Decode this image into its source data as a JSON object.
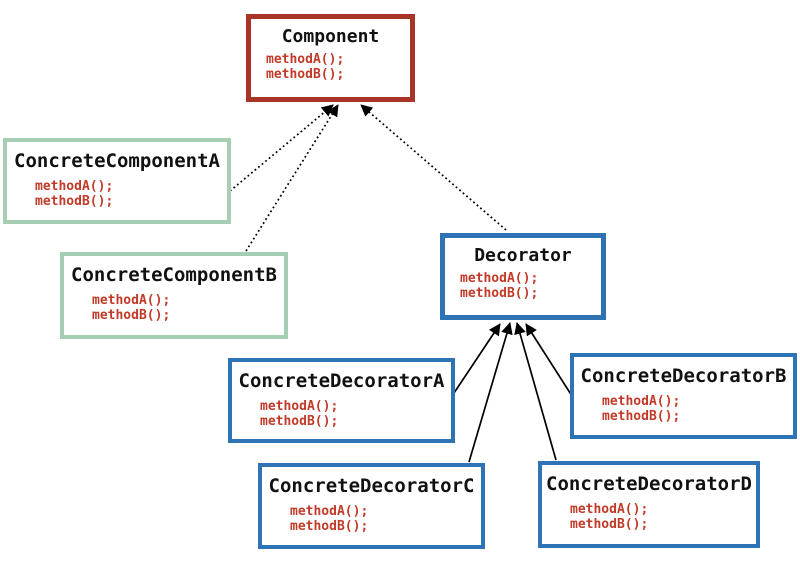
{
  "colors": {
    "component_border": "#A83327",
    "concrete_component_border": "#A6CEB2",
    "decorator_border": "#2E74B5",
    "method_text": "#C23A28",
    "class_name_text": "#111111",
    "arrow": "#000000",
    "background": "#FFFFFF"
  },
  "classes": [
    {
      "id": "component",
      "name": "Component",
      "methods": [
        "methodA();",
        "methodB();"
      ]
    },
    {
      "id": "concrete-component-a",
      "name": "ConcreteComponentA",
      "methods": [
        "methodA();",
        "methodB();"
      ]
    },
    {
      "id": "concrete-component-b",
      "name": "ConcreteComponentB",
      "methods": [
        "methodA();",
        "methodB();"
      ]
    },
    {
      "id": "decorator",
      "name": "Decorator",
      "methods": [
        "methodA();",
        "methodB();"
      ]
    },
    {
      "id": "concrete-decorator-a",
      "name": "ConcreteDecoratorA",
      "methods": [
        "methodA();",
        "methodB();"
      ]
    },
    {
      "id": "concrete-decorator-b",
      "name": "ConcreteDecoratorB",
      "methods": [
        "methodA();",
        "methodB();"
      ]
    },
    {
      "id": "concrete-decorator-c",
      "name": "ConcreteDecoratorC",
      "methods": [
        "methodA();",
        "methodB();"
      ]
    },
    {
      "id": "concrete-decorator-d",
      "name": "ConcreteDecoratorD",
      "methods": [
        "methodA();",
        "methodB();"
      ]
    }
  ],
  "relationships": [
    {
      "from": "ConcreteComponentA",
      "to": "Component",
      "line": "dotted",
      "type": "inheritance"
    },
    {
      "from": "ConcreteComponentB",
      "to": "Component",
      "line": "dotted",
      "type": "inheritance"
    },
    {
      "from": "Decorator",
      "to": "Component",
      "line": "dotted",
      "type": "inheritance"
    },
    {
      "from": "ConcreteDecoratorA",
      "to": "Decorator",
      "line": "solid",
      "type": "inheritance"
    },
    {
      "from": "ConcreteDecoratorB",
      "to": "Decorator",
      "line": "solid",
      "type": "inheritance"
    },
    {
      "from": "ConcreteDecoratorC",
      "to": "Decorator",
      "line": "solid",
      "type": "inheritance"
    },
    {
      "from": "ConcreteDecoratorD",
      "to": "Decorator",
      "line": "solid",
      "type": "inheritance"
    }
  ]
}
